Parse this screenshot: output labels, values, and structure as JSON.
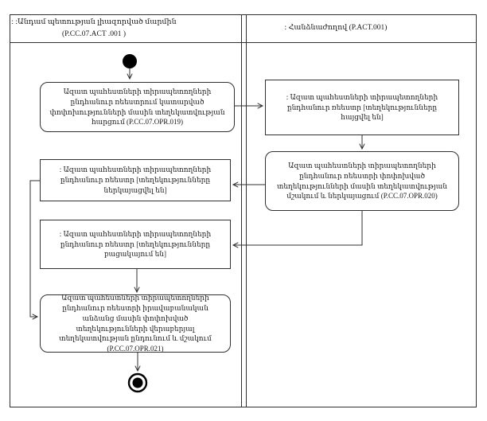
{
  "diagram": {
    "kind": "uml-activity-swimlane",
    "accent_color": "#2f2f2f",
    "background_color": "#ffffff",
    "lanes": {
      "left": {
        "name": ": :Անդամ պետության լիազորված մարմին",
        "code": "(P.CC.07.ACT .001 )"
      },
      "right": {
        "name": ": Հանձնաժողով (P.ACT.001)"
      }
    },
    "nodes": {
      "opr019": {
        "type": "action",
        "lane": "left",
        "text": "Ազատ պահեստների տիրապետողների ընդհանուր ռեեստրում կատարված փոփոխությունների մասին տեղեկատվության հարցում (P.CC.07.OPR.019)"
      },
      "registry_requested": {
        "type": "object",
        "lane": "right",
        "text": ": Ազատ պահեստների տիրապետողների ընդհանուր ռեեստր [տեղեկությունները հայցվել են]"
      },
      "opr020": {
        "type": "action",
        "lane": "right",
        "text": "Ազատ պահեստների տիրապետողների ընդհանուր ռեեստրի փոփոխված տեղեկությունների մասին տեղեկատվության մշակում և ներկայացում (P.CC.07.OPR.020)"
      },
      "registry_presented": {
        "type": "object",
        "lane": "left",
        "text": ": Ազատ պահեստների տիրապետողների ընդհանուր ռեեստր [տեղեկությունները ներկայացվել են]"
      },
      "registry_absent": {
        "type": "object",
        "lane": "left",
        "text": ": Ազատ պահեստների տիրապետողների ընդհանուր ռեեստր [տեղեկությունները բացակայում են]"
      },
      "opr021": {
        "type": "action",
        "lane": "left",
        "text": "Ազատ պահեստների տիրապետողների ընդհանուր ռեեստրի իրավաբանական անձանց մասին փոփոխված տեղեկությունների վերաբերյալ տեղեկատվության ընդունում և մշակում (P.CC.07.OPR.021)"
      }
    }
  }
}
